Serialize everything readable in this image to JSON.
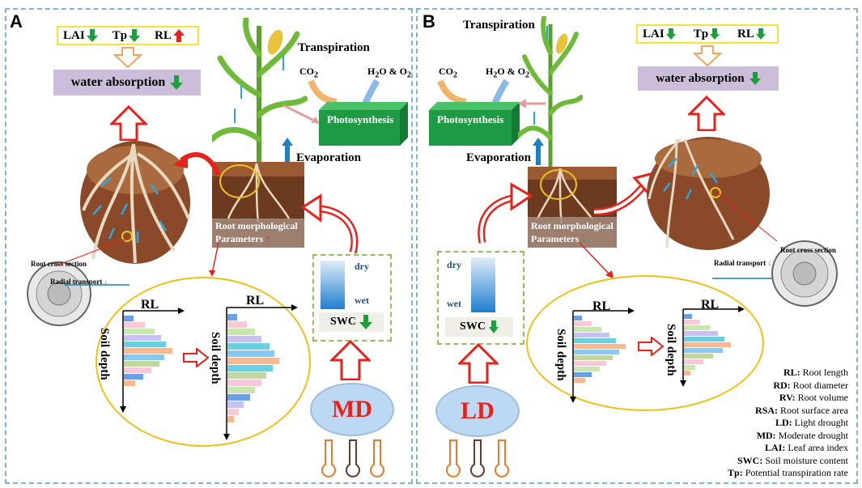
{
  "panel_a": {
    "label": "A",
    "tags": [
      {
        "name": "LAI",
        "arrow": "down",
        "color": "#1e9e3a"
      },
      {
        "name": "Tp",
        "arrow": "down",
        "color": "#1e9e3a"
      },
      {
        "name": "RL",
        "arrow": "up",
        "color": "#e8221a"
      }
    ],
    "water_absorption": "water absorption",
    "transpiration": "Transpiration",
    "co2": "CO",
    "co2_sub": "2",
    "h2o_o2_pre": "H",
    "h2o_o2_sub": "2",
    "h2o_o2_mid": "O & O",
    "h2o_o2_sub2": "2",
    "photosynthesis": "Photosynthesis",
    "evaporation": "Evaporation",
    "root_morph_1": "Root morphological",
    "root_morph_2": "Parameters",
    "root_cross_section": "Root cross section",
    "radial_transport": "Radial transport",
    "rl_axis": "RL",
    "soil_depth_1": "Soil depth",
    "soil_depth_2": "Soil depth",
    "dry": "dry",
    "wet": "wet",
    "swc": "SWC",
    "treatment": "MD"
  },
  "panel_b": {
    "label": "B",
    "tags": [
      {
        "name": "LAI",
        "arrow": "down",
        "color": "#1e9e3a"
      },
      {
        "name": "Tp",
        "arrow": "down",
        "color": "#1e9e3a"
      },
      {
        "name": "RL",
        "arrow": "down",
        "color": "#1e9e3a"
      }
    ],
    "water_absorption": "water absorption",
    "transpiration": "Transpiration",
    "co2": "CO",
    "co2_sub": "2",
    "h2o_o2_pre": "H",
    "h2o_o2_sub": "2",
    "h2o_o2_mid": "O & O",
    "h2o_o2_sub2": "2",
    "photosynthesis": "Photosynthesis",
    "evaporation": "Evaporation",
    "root_morph_1": "Root morphological",
    "root_morph_2": "Parameters",
    "root_cross_section": "Root cross section",
    "radial_transport": "Radial transport",
    "rl_axis": "RL",
    "soil_depth_1": "Soil depth",
    "soil_depth_2": "Soil depth",
    "dry": "dry",
    "wet": "wet",
    "swc": "SWC",
    "treatment": "LD"
  },
  "legend": [
    {
      "abbr": "RL:",
      "text": " Root length"
    },
    {
      "abbr": "RD:",
      "text": " Root  diameter"
    },
    {
      "abbr": "RV:",
      "text": " Root volume"
    },
    {
      "abbr": "RSA:",
      "text": " Root surface area"
    },
    {
      "abbr": "LD:",
      "text": " Light drought"
    },
    {
      "abbr": "MD:",
      "text": " Moderate drought"
    },
    {
      "abbr": "LAI:",
      "text": " Leaf area index"
    },
    {
      "abbr": "SWC:",
      "text": " Soil moisture content"
    },
    {
      "abbr": "Tp:",
      "text": " Potential transpiration rate"
    }
  ],
  "colors": {
    "panel_border": "#7fb2d6",
    "red_arrow": "#e8221a",
    "green_arrow": "#1e9e3a",
    "photosynthesis_box": "#22a04a",
    "purple_box": "#ccbedb",
    "ellipse": "#f2c014",
    "md_ld_ellipse": "#bcd8f2"
  }
}
